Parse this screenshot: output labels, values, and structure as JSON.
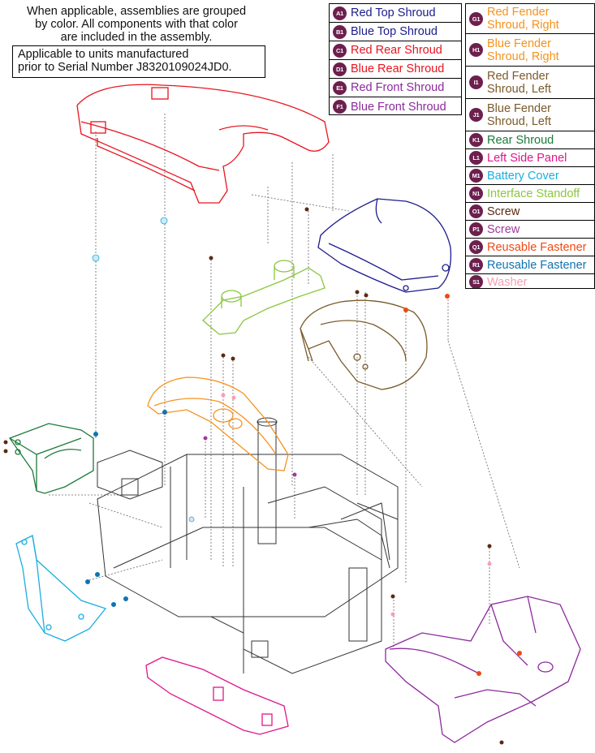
{
  "note": {
    "line1": "When applicable, assemblies are grouped",
    "line2": "by color. All components with that color",
    "line3": "are included in the assembly.",
    "serial_line1": "Applicable to units manufactured",
    "serial_line2": "prior to Serial Number J8320109024JD0."
  },
  "legend_left": [
    {
      "code": "A1",
      "label": "Red Top Shroud",
      "color": "#1c1c8c"
    },
    {
      "code": "B1",
      "label": "Blue Top Shroud",
      "color": "#1c1c8c"
    },
    {
      "code": "C1",
      "label": "Red Rear Shroud",
      "color": "#e8141e"
    },
    {
      "code": "D1",
      "label": "Blue Rear Shroud",
      "color": "#e8141e"
    },
    {
      "code": "E1",
      "label": "Red Front Shroud",
      "color": "#8b2a9c"
    },
    {
      "code": "F1",
      "label": "Blue Front Shroud",
      "color": "#8b2a9c"
    }
  ],
  "legend_right": [
    {
      "code": "G1",
      "label": "Red Fender\nShroud, Right",
      "color": "#f5921e"
    },
    {
      "code": "H1",
      "label": "Blue Fender\nShroud, Right",
      "color": "#f5921e"
    },
    {
      "code": "I1",
      "label": "Red Fender\nShroud, Left",
      "color": "#7a5a2a"
    },
    {
      "code": "J1",
      "label": "Blue Fender\nShroud, Left",
      "color": "#7a5a2a"
    },
    {
      "code": "K1",
      "label": "Rear Shroud",
      "color": "#1b7a3a"
    },
    {
      "code": "L1",
      "label": "Left Side Panel",
      "color": "#e0168c"
    },
    {
      "code": "M1",
      "label": "Battery Cover",
      "color": "#1aaee0"
    },
    {
      "code": "N1",
      "label": "Interface Standoff",
      "color": "#8cc63e"
    },
    {
      "code": "O1",
      "label": "Screw",
      "color": "#5a2a10"
    },
    {
      "code": "P1",
      "label": "Screw",
      "color": "#a03a9a"
    },
    {
      "code": "Q1",
      "label": "Reusable Fastener",
      "color": "#ee4a14"
    },
    {
      "code": "R1",
      "label": "Reusable Fastener",
      "color": "#0f74b0"
    },
    {
      "code": "S1",
      "label": "Washer",
      "color": "#f5a0b0"
    }
  ],
  "colors": {
    "red": "#e8141e",
    "blue": "#1c1c8c",
    "orange": "#f5921e",
    "brown": "#7a5a2a",
    "green": "#1b7a3a",
    "magenta": "#e0168c",
    "cyan": "#1aaee0",
    "lime": "#8cc63e",
    "purple": "#8b2a9c",
    "frame": "#333333",
    "badge": "#6d1f4e"
  }
}
